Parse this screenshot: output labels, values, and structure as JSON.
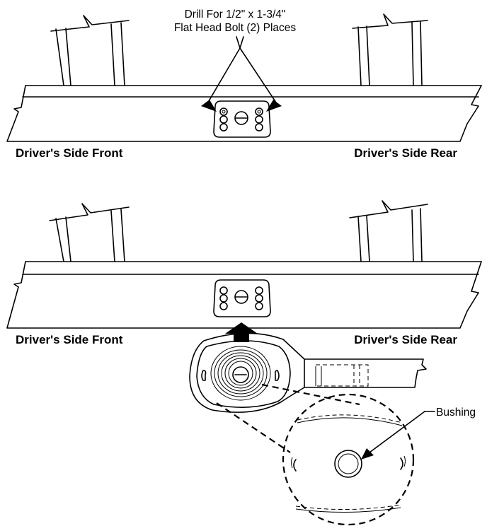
{
  "callouts": {
    "drill_line1": "Drill For 1/2\" x 1-3/4\"",
    "drill_line2": "Flat Head Bolt (2) Places",
    "bushing": "Bushing"
  },
  "top_view": {
    "front_label": "Driver's Side Front",
    "rear_label": "Driver's Side Rear"
  },
  "bottom_view": {
    "front_label": "Driver's Side Front",
    "rear_label": "Driver's Side Rear"
  }
}
